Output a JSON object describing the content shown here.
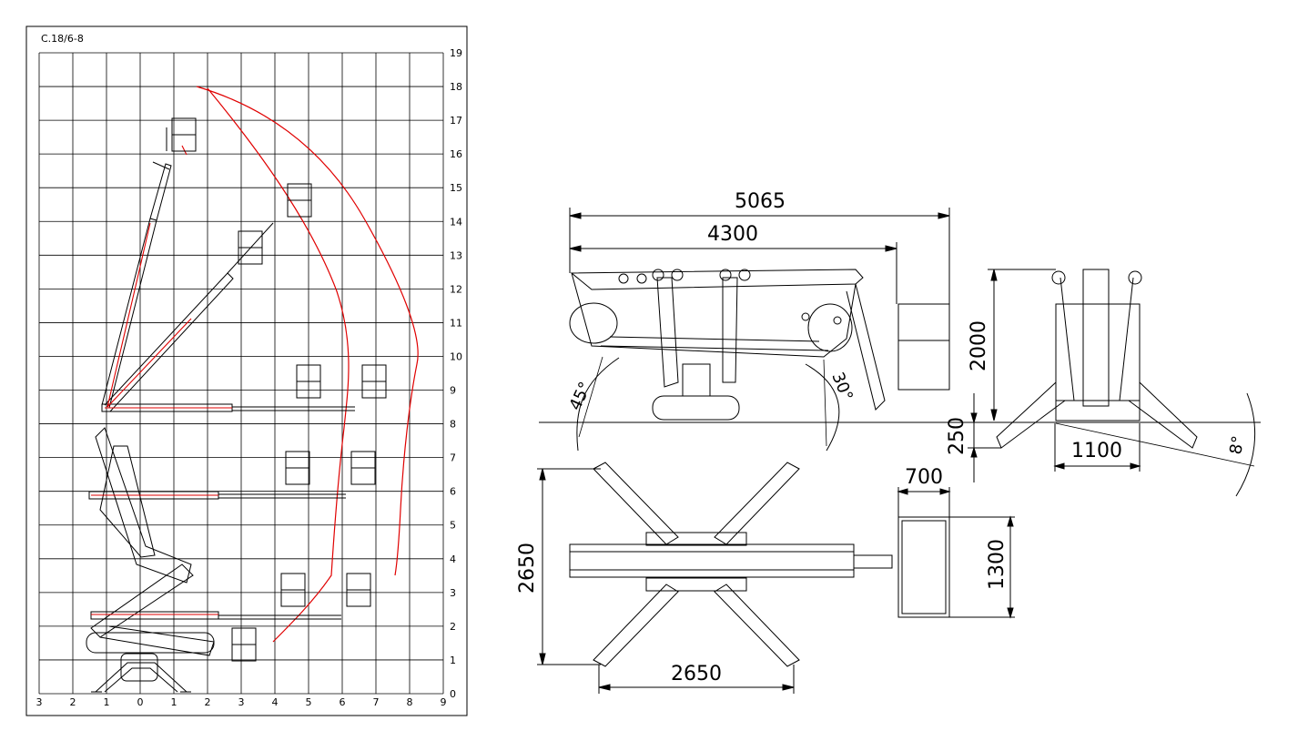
{
  "chart": {
    "code": "C.18/6-8",
    "x_ticks": [
      "3",
      "2",
      "1",
      "0",
      "1",
      "2",
      "3",
      "4",
      "5",
      "6",
      "7",
      "8",
      "9"
    ],
    "y_ticks": [
      "0",
      "1",
      "2",
      "3",
      "4",
      "5",
      "6",
      "7",
      "8",
      "9",
      "10",
      "11",
      "12",
      "13",
      "14",
      "15",
      "16",
      "17",
      "18",
      "19"
    ],
    "envelope_color": "#e00000",
    "line_color": "#000000"
  },
  "side_view": {
    "overall_length": "5065",
    "chassis_length": "4300",
    "angle_front": "45°",
    "angle_rear": "30°"
  },
  "front_view": {
    "height": "2000",
    "ground_clearance": "250",
    "track_width": "1100",
    "tilt_angle": "8°"
  },
  "top_view": {
    "outrigger_length": "2650",
    "outrigger_span": "2650",
    "basket_width": "700",
    "basket_length": "1300"
  }
}
